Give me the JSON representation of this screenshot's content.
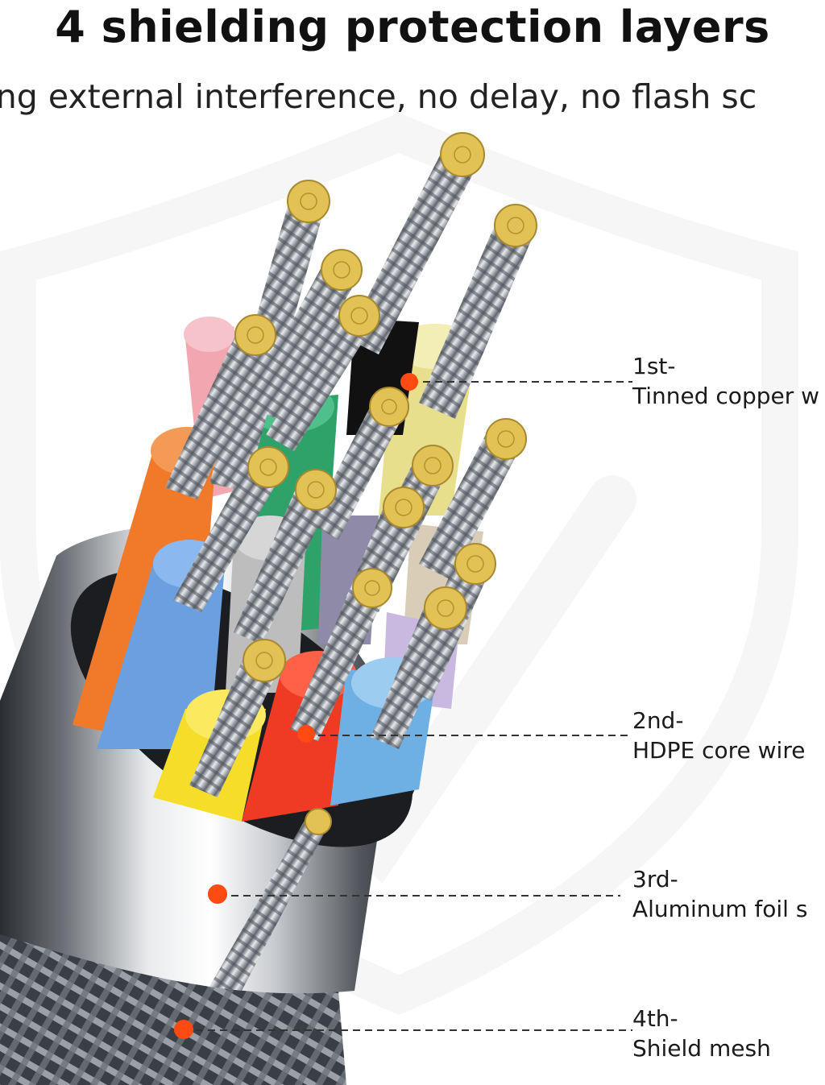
{
  "header": {
    "title": "4 shielding protection layers",
    "subtitle": "lding external interference, no delay, no flash sc"
  },
  "layers": [
    {
      "index": "1st-",
      "name": "Tinned copper w"
    },
    {
      "index": "2nd-",
      "name": "HDPE core wire"
    },
    {
      "index": "3rd-",
      "name": "Aluminum foil s"
    },
    {
      "index": "4th-",
      "name": "Shield mesh"
    }
  ],
  "colors": {
    "accent_dot": "#ff4a14",
    "copper_tip": "#e2c255",
    "wire_colors": [
      "#f2a6b0",
      "#f07a2a",
      "#2fa26a",
      "#e8df8c",
      "#6aa0e0",
      "#bdbdbd",
      "#8e8aa8",
      "#ef3b24",
      "#f5dd2a",
      "#6fb0e4",
      "#c9b8e0",
      "#d9cdb8"
    ]
  }
}
